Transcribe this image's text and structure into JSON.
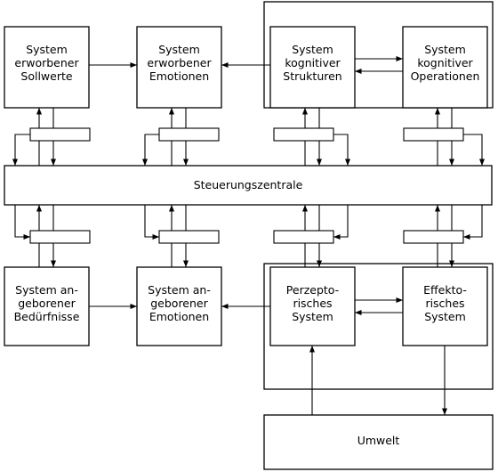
{
  "boxes": {
    "sollwerte": [
      "System",
      "erworbener",
      "Sollwerte"
    ],
    "erw_emotionen": [
      "System",
      "erworbener",
      "Emotionen"
    ],
    "kog_strukturen": [
      "System",
      "kognitiver",
      "Strukturen"
    ],
    "kog_operationen": [
      "System",
      "kognitiver",
      "Operationen"
    ],
    "steuerung": [
      "Steuerungszentrale"
    ],
    "beduerfnisse": [
      "System an-",
      "geborener",
      "Bedürfnisse"
    ],
    "ang_emotionen": [
      "System an-",
      "geborener",
      "Emotionen"
    ],
    "perzeptorisch": [
      "Perzepto-",
      "risches",
      "System"
    ],
    "effektorisch": [
      "Effekto-",
      "risches",
      "System"
    ],
    "umwelt": [
      "Umwelt"
    ]
  }
}
